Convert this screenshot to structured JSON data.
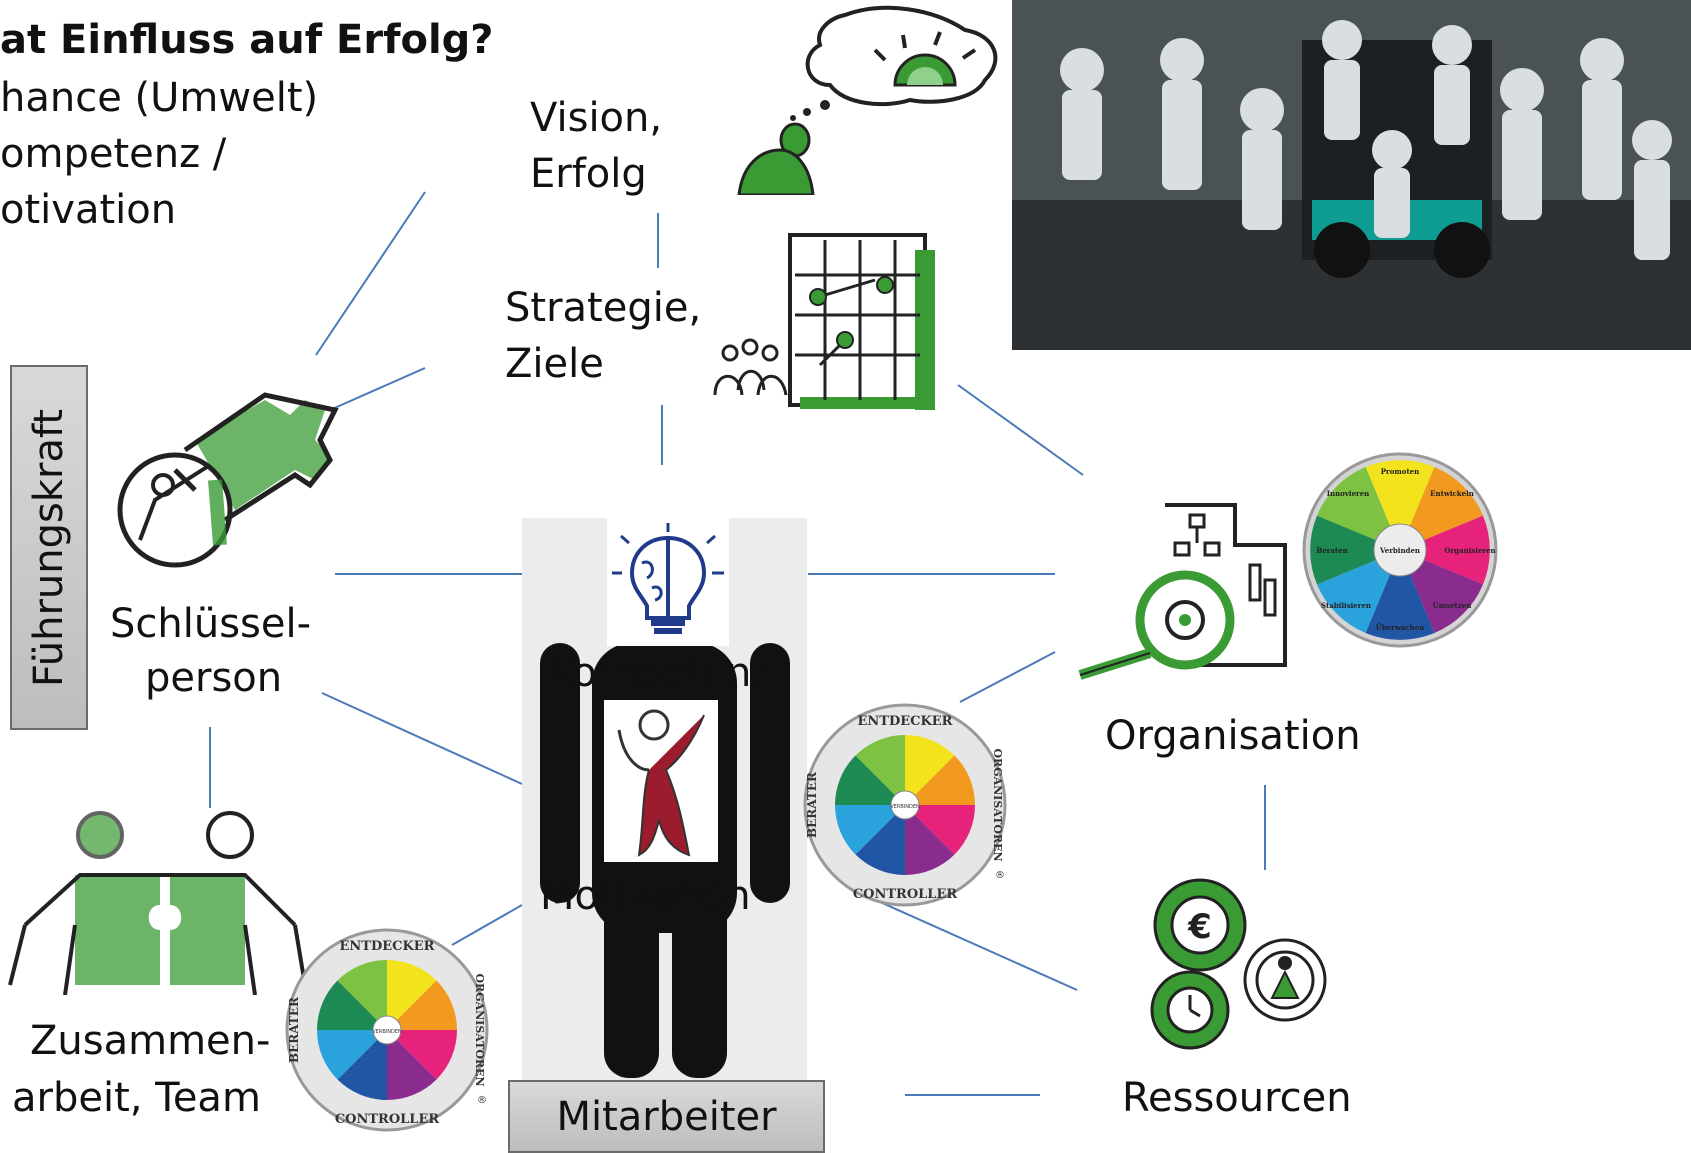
{
  "heading": {
    "title": "at Einfluss auf Erfolg?",
    "items": [
      "hance (Umwelt)",
      "ompetenz /",
      "otivation"
    ]
  },
  "nodes": {
    "vision": [
      "Vision,",
      "Erfolg"
    ],
    "strategie": [
      "Strategie,",
      "Ziele"
    ],
    "schluessel": [
      "Schlüssel-",
      "person"
    ],
    "fuehrungskraft": "Führungskraft",
    "team": [
      "Zusammen-",
      "arbeit, Team"
    ],
    "kompetenz": "Kompetenz",
    "motivation": "Motivation",
    "mitarbeiter": "Mitarbeiter",
    "organisation": "Organisation",
    "ressourcen": "Ressourcen"
  },
  "wheels": {
    "large": {
      "top": "ENTDECKER",
      "left": "BERATER",
      "right": "ORGANISATOREN",
      "bottom": "CONTROLLER",
      "center": "VERBINDEN",
      "mark": "®"
    },
    "small": {
      "segments": [
        "Promoten",
        "Entwickeln",
        "Organisieren",
        "Umsetzen",
        "Überwachen",
        "Stabilisieren",
        "Beraten",
        "Innovieren"
      ],
      "center": "Verbinden"
    }
  },
  "colors": {
    "accent_green": "#3a9b35",
    "line_blue": "#4a7ab8",
    "figure_black": "#111111",
    "label_gray": "#c8c8c8"
  }
}
